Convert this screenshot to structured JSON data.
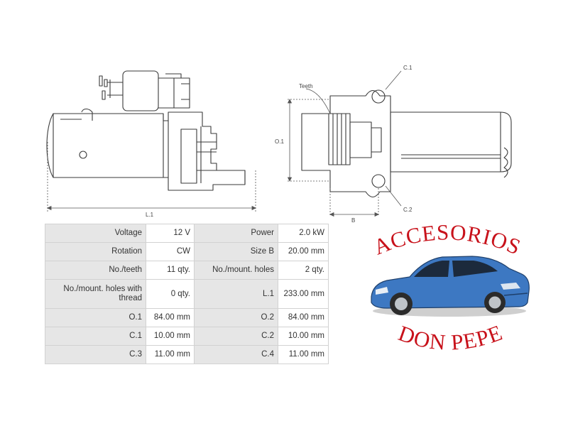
{
  "diagram": {
    "side_view": {
      "length_label": "L.1"
    },
    "front_view": {
      "teeth_label": "Teeth",
      "c1_label": "C.1",
      "c2_label": "C.2",
      "o1_label": "O.1",
      "b_label": "B"
    }
  },
  "specs": {
    "rows": [
      {
        "l1": "Voltage",
        "v1": "12 V",
        "l2": "Power",
        "v2": "2.0 kW"
      },
      {
        "l1": "Rotation",
        "v1": "CW",
        "l2": "Size B",
        "v2": "20.00 mm"
      },
      {
        "l1": "No./teeth",
        "v1": "11 qty.",
        "l2": "No./mount. holes",
        "v2": "2 qty."
      },
      {
        "l1": "No./mount. holes with thread",
        "v1": "0 qty.",
        "l2": "L.1",
        "v2": "233.00 mm"
      },
      {
        "l1": "O.1",
        "v1": "84.00 mm",
        "l2": "O.2",
        "v2": "84.00 mm"
      },
      {
        "l1": "C.1",
        "v1": "10.00 mm",
        "l2": "C.2",
        "v2": "10.00 mm"
      },
      {
        "l1": "C.3",
        "v1": "11.00 mm",
        "l2": "C.4",
        "v2": "11.00 mm"
      }
    ]
  },
  "logo": {
    "top_text": "ACCESORIOS",
    "bottom_text": "DON PEPE",
    "car_color": "#3d78c2",
    "text_color": "#c8121b"
  }
}
